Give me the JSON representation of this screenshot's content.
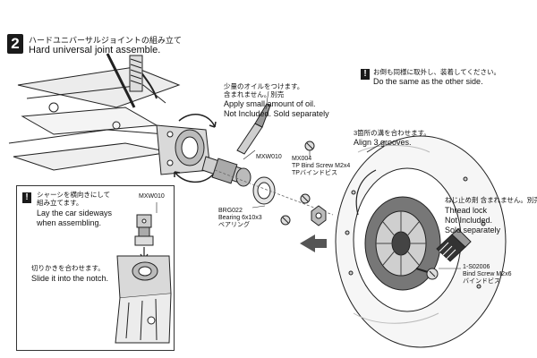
{
  "step": {
    "number": "2",
    "title_jp": "ハードユニバーサルジョイントの組み立て",
    "title_en": "Hard universal joint assemble."
  },
  "note_other_side": {
    "jp": "お倒も同様に取外し、装着してください。",
    "en": "Do the same as the other side."
  },
  "oil": {
    "jp1": "少量のオイルをつけます。",
    "jp2": "含まれません。別売",
    "en1": "Apply small amount of oil.",
    "en2": "Not Included. Sold separately"
  },
  "grooves": {
    "jp": "3箇所の溝を合わせます。",
    "en": "Align 3 grooves."
  },
  "parts": {
    "mxw010": "MXW010",
    "mx004_code": "MX004",
    "mx004_name": "TP Bind Screw M2x4",
    "mx004_jp": "TPバインドビス",
    "brg022_code": "BRG022",
    "brg022_name": "Bearing 6x10x3",
    "brg022_jp": "ベアリング",
    "s02006_code": "1-S02006",
    "s02006_name": "Bind Screw M2x6",
    "s02006_jp": "バインドビス"
  },
  "thread_lock": {
    "jp": "ねじ止め剤",
    "jp2": "含まれません。別売",
    "en1": "Thread lock",
    "en2": "Not Included.",
    "en3": "Sold separately"
  },
  "inset": {
    "sideways_jp1": "シャーシを横向きにして",
    "sideways_jp2": "組み立てます。",
    "sideways_en1": "Lay the car sideways",
    "sideways_en2": "when assembling.",
    "part_label": "MXW010",
    "notch_jp": "切りかきを合わせます。",
    "notch_en": "Slide it into the notch."
  },
  "icons": [
    "warning-icon",
    "arrow-icon",
    "screw-icon",
    "bearing-icon",
    "wheel-icon",
    "oil-bottle-icon",
    "thread-lock-bottle-icon"
  ]
}
